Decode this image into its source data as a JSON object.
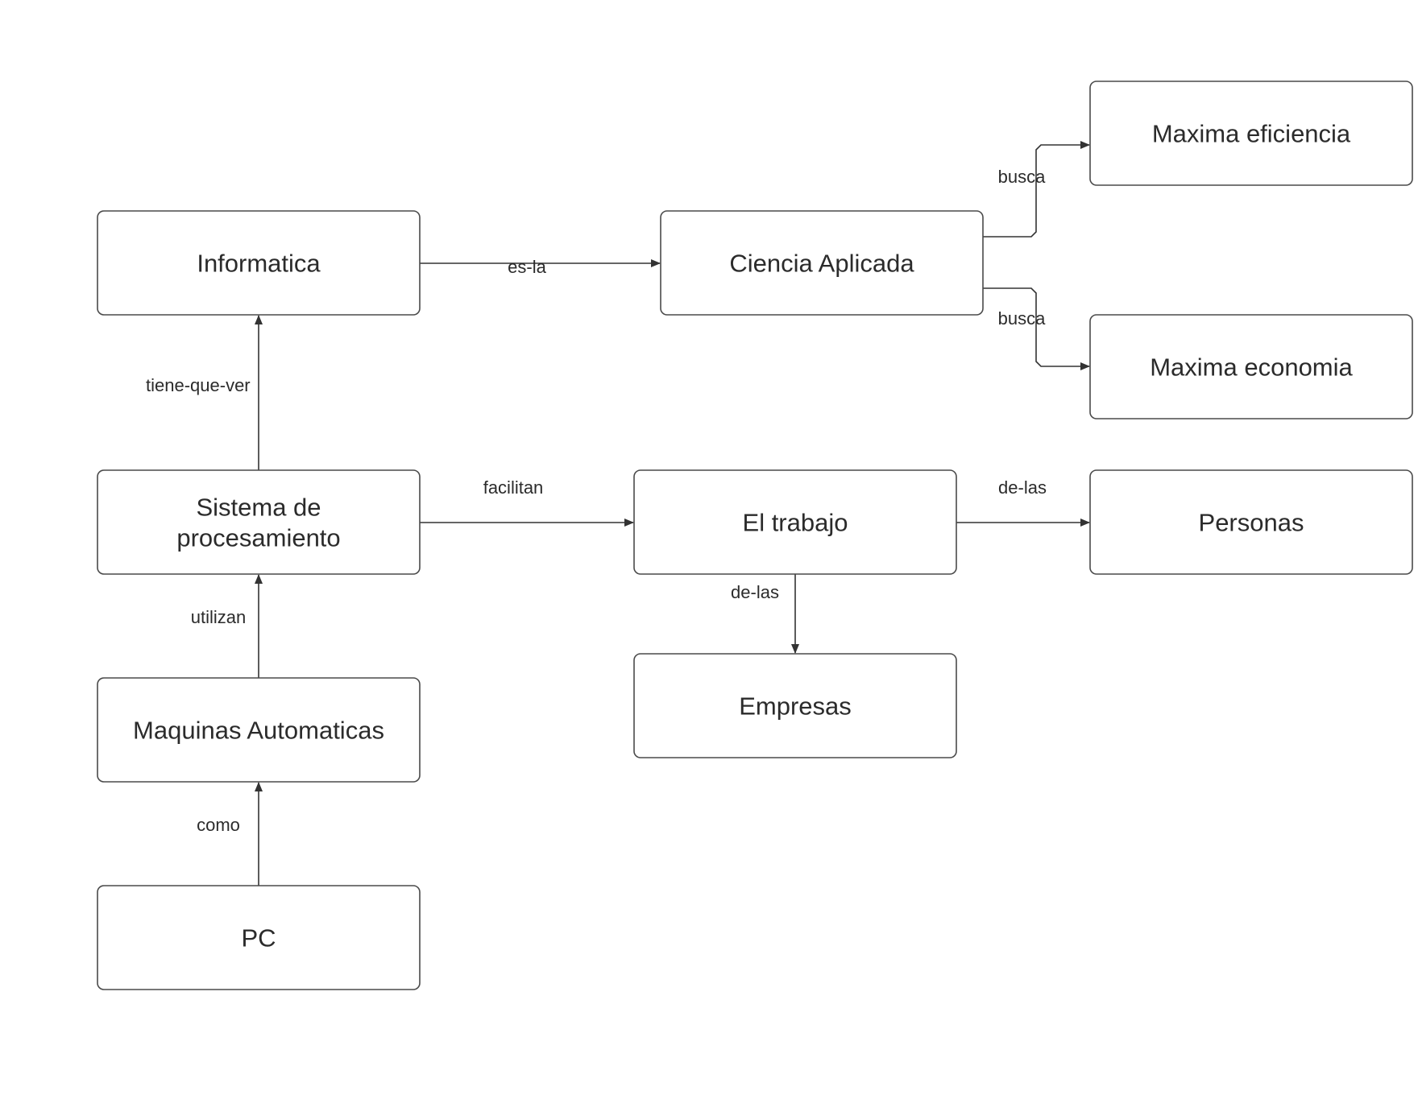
{
  "diagram": {
    "nodes": [
      {
        "id": "informatica",
        "label": "Informatica"
      },
      {
        "id": "ciencia",
        "label": "Ciencia Aplicada"
      },
      {
        "id": "eficiencia",
        "label": "Maxima eficiencia"
      },
      {
        "id": "economia",
        "label": "Maxima economia"
      },
      {
        "id": "sistema",
        "label": "Sistema de\nprocesamiento"
      },
      {
        "id": "trabajo",
        "label": "El trabajo"
      },
      {
        "id": "personas",
        "label": "Personas"
      },
      {
        "id": "empresas",
        "label": "Empresas"
      },
      {
        "id": "maquinas",
        "label": "Maquinas Automaticas"
      },
      {
        "id": "pc",
        "label": "PC"
      }
    ],
    "edges": [
      {
        "from": "informatica",
        "to": "ciencia",
        "label": "es-la"
      },
      {
        "from": "ciencia",
        "to": "eficiencia",
        "label": "busca"
      },
      {
        "from": "ciencia",
        "to": "economia",
        "label": "busca"
      },
      {
        "from": "sistema",
        "to": "informatica",
        "label": "tiene-que-ver"
      },
      {
        "from": "sistema",
        "to": "trabajo",
        "label": "facilitan"
      },
      {
        "from": "trabajo",
        "to": "personas",
        "label": "de-las"
      },
      {
        "from": "trabajo",
        "to": "empresas",
        "label": "de-las"
      },
      {
        "from": "maquinas",
        "to": "sistema",
        "label": "utilizan"
      },
      {
        "from": "pc",
        "to": "maquinas",
        "label": "como"
      }
    ]
  }
}
